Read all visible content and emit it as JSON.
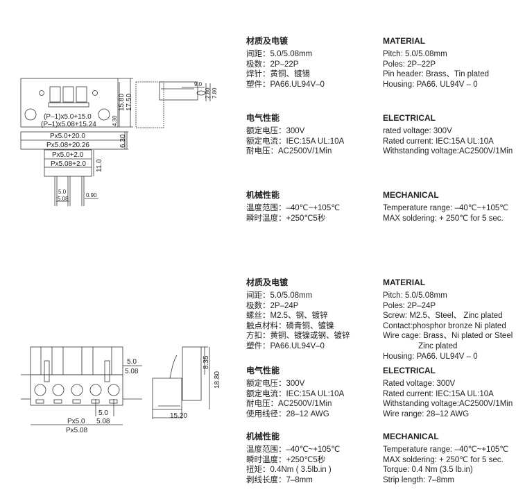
{
  "top": {
    "cn": {
      "material": {
        "title": "材质及电镀",
        "lines": [
          "间距：5.0/5.08mm",
          "极数：2P–22P",
          "焊针：黄铜、镀锡",
          "塑件：PA66.UL94V–0"
        ]
      },
      "electrical": {
        "title": "电气性能",
        "lines": [
          "额定电压：300V",
          "额定电流：IEC:15A  UL:10A",
          "耐电压：AC2500V/1Min"
        ]
      },
      "mechanical": {
        "title": "机械性能",
        "lines": [
          "温度范围：–40℃~+105℃",
          "瞬时温度：+250℃5秒"
        ]
      }
    },
    "en": {
      "material": {
        "title": "MATERIAL",
        "lines": [
          "Pitch: 5.0/5.08mm",
          "Poles:  2P–22P",
          "Pin header: Brass、Tin plated",
          "Housing: PA66. UL94V – 0"
        ]
      },
      "electrical": {
        "title": "ELECTRICAL",
        "lines": [
          "rated voltage: 300V",
          "Rated current: IEC:15A  UL:10A",
          "Withstanding voltage:AC2500V/1Min"
        ]
      },
      "mechanical": {
        "title": "MECHANICAL",
        "lines": [
          "Temperature range: –40℃~+105℃",
          "MAX soldering: + 250℃ for 5 sec."
        ]
      }
    },
    "dims": {
      "d1": "(P–1)x5.0+15.0",
      "d2": "(P–1)x5.08+15.24",
      "d3": "15.80",
      "d4": "17.50",
      "d5": "4.30",
      "d6": "9.0",
      "d7": "2.80",
      "d8": "7.80",
      "d9": "Px5.0+20.0",
      "d10": "Px5.08+20.26",
      "d11": "6.30",
      "d12": "Px5.0+2.0",
      "d13": "Px5.08+2.0",
      "d14": "11.0",
      "d15": "5.0",
      "d16": "5.08",
      "d17": "0.90"
    }
  },
  "bottom": {
    "cn": {
      "material": {
        "title": "材质及电镀",
        "lines": [
          "间距：5.0/5.08mm",
          "极数：2P–24P",
          "螺丝：M2.5、钢、镀锌",
          "触点材料：磷青铜、镀镍",
          "方扣：黄铜、镀镍或钢、镀锌",
          "塑件：PA66.UL94V–0"
        ]
      },
      "electrical": {
        "title": "电气性能",
        "lines": [
          "额定电压：300V",
          "额定电流：IEC:15A  UL:10A",
          "耐电压：AC2500V/1Min",
          "使用线径：28–12 AWG"
        ]
      },
      "mechanical": {
        "title": "机械性能",
        "lines": [
          "温度范围：–40℃~+105℃",
          "瞬时温度：+250℃5秒",
          "扭矩：0.4Nm ( 3.5lb.in )",
          "剥线长度：7–8mm"
        ]
      }
    },
    "en": {
      "material": {
        "title": "MATERIAL",
        "lines": [
          "Pitch: 5.0/5.08mm",
          "Poles:  2P–24P",
          "Screw: M2.5、Steel、 Zinc plated",
          "Contact:phosphor bronze Ni plated",
          "Wire cage: Brass、Ni plated or Steel",
          "                Zinc plated",
          "Housing: PA66. UL94V – 0"
        ]
      },
      "electrical": {
        "title": "ELECTRICAL",
        "lines": [
          "Rated voltage: 300V",
          "Rated current: IEC:15A  UL:10A",
          "Withstanding voltage:AC2500V/1Min",
          "Wire range: 28–12 AWG"
        ]
      },
      "mechanical": {
        "title": "MECHANICAL",
        "lines": [
          "Temperature range: –40℃~+105℃",
          "MAX soldering: + 250℃ for 5 sec.",
          "Torque: 0.4 Nm (3.5 lb.in)",
          "Strip length: 7–8mm"
        ]
      }
    },
    "dims": {
      "d1": "5.0",
      "d2": "5.08",
      "d3": "5.0",
      "d4": "5.08",
      "d5": "Px5.0",
      "d6": "Px5.08",
      "d7": "8.35",
      "d8": "18.80",
      "d9": "15.20"
    }
  }
}
